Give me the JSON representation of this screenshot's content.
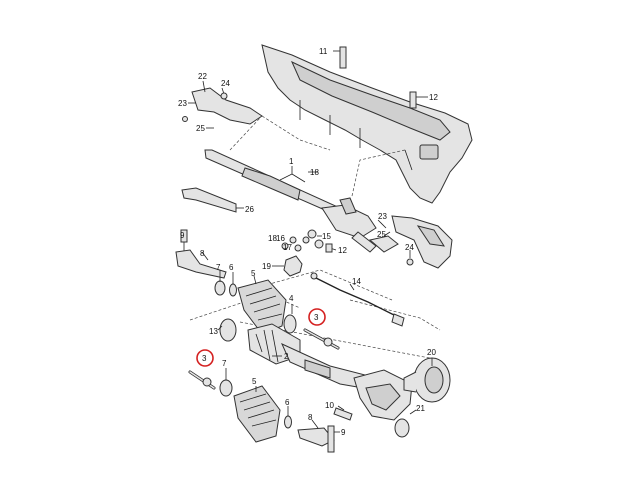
{
  "diagram": {
    "colors": {
      "line": "#333333",
      "part_fill": "#e4e4e4",
      "highlight": "#d42020"
    },
    "callouts": [
      {
        "id": "c11",
        "text": "11"
      },
      {
        "id": "c12a",
        "text": "12"
      },
      {
        "id": "c22",
        "text": "22"
      },
      {
        "id": "c24a",
        "text": "24"
      },
      {
        "id": "c23a",
        "text": "23"
      },
      {
        "id": "c25a",
        "text": "25"
      },
      {
        "id": "c1",
        "text": "1"
      },
      {
        "id": "c18a",
        "text": "18"
      },
      {
        "id": "c26",
        "text": "26"
      },
      {
        "id": "c23b",
        "text": "23"
      },
      {
        "id": "c25b",
        "text": "25"
      },
      {
        "id": "c24b",
        "text": "24"
      },
      {
        "id": "c9a",
        "text": "9"
      },
      {
        "id": "c8a",
        "text": "8"
      },
      {
        "id": "c18b",
        "text": "18"
      },
      {
        "id": "c16",
        "text": "16"
      },
      {
        "id": "c17",
        "text": "17"
      },
      {
        "id": "c15",
        "text": "15"
      },
      {
        "id": "c12b",
        "text": "12"
      },
      {
        "id": "c19",
        "text": "19"
      },
      {
        "id": "c7a",
        "text": "7"
      },
      {
        "id": "c6a",
        "text": "6"
      },
      {
        "id": "c5a",
        "text": "5"
      },
      {
        "id": "c13",
        "text": "13"
      },
      {
        "id": "c14",
        "text": "14"
      },
      {
        "id": "c4",
        "text": "4"
      },
      {
        "id": "c3a",
        "text": "3"
      },
      {
        "id": "c2",
        "text": "2"
      },
      {
        "id": "c20",
        "text": "20"
      },
      {
        "id": "c3b",
        "text": "3"
      },
      {
        "id": "c7b",
        "text": "7"
      },
      {
        "id": "c5b",
        "text": "5"
      },
      {
        "id": "c21",
        "text": "21"
      },
      {
        "id": "c10",
        "text": "10"
      },
      {
        "id": "c6b",
        "text": "6"
      },
      {
        "id": "c8b",
        "text": "8"
      },
      {
        "id": "c9b",
        "text": "9"
      }
    ]
  }
}
